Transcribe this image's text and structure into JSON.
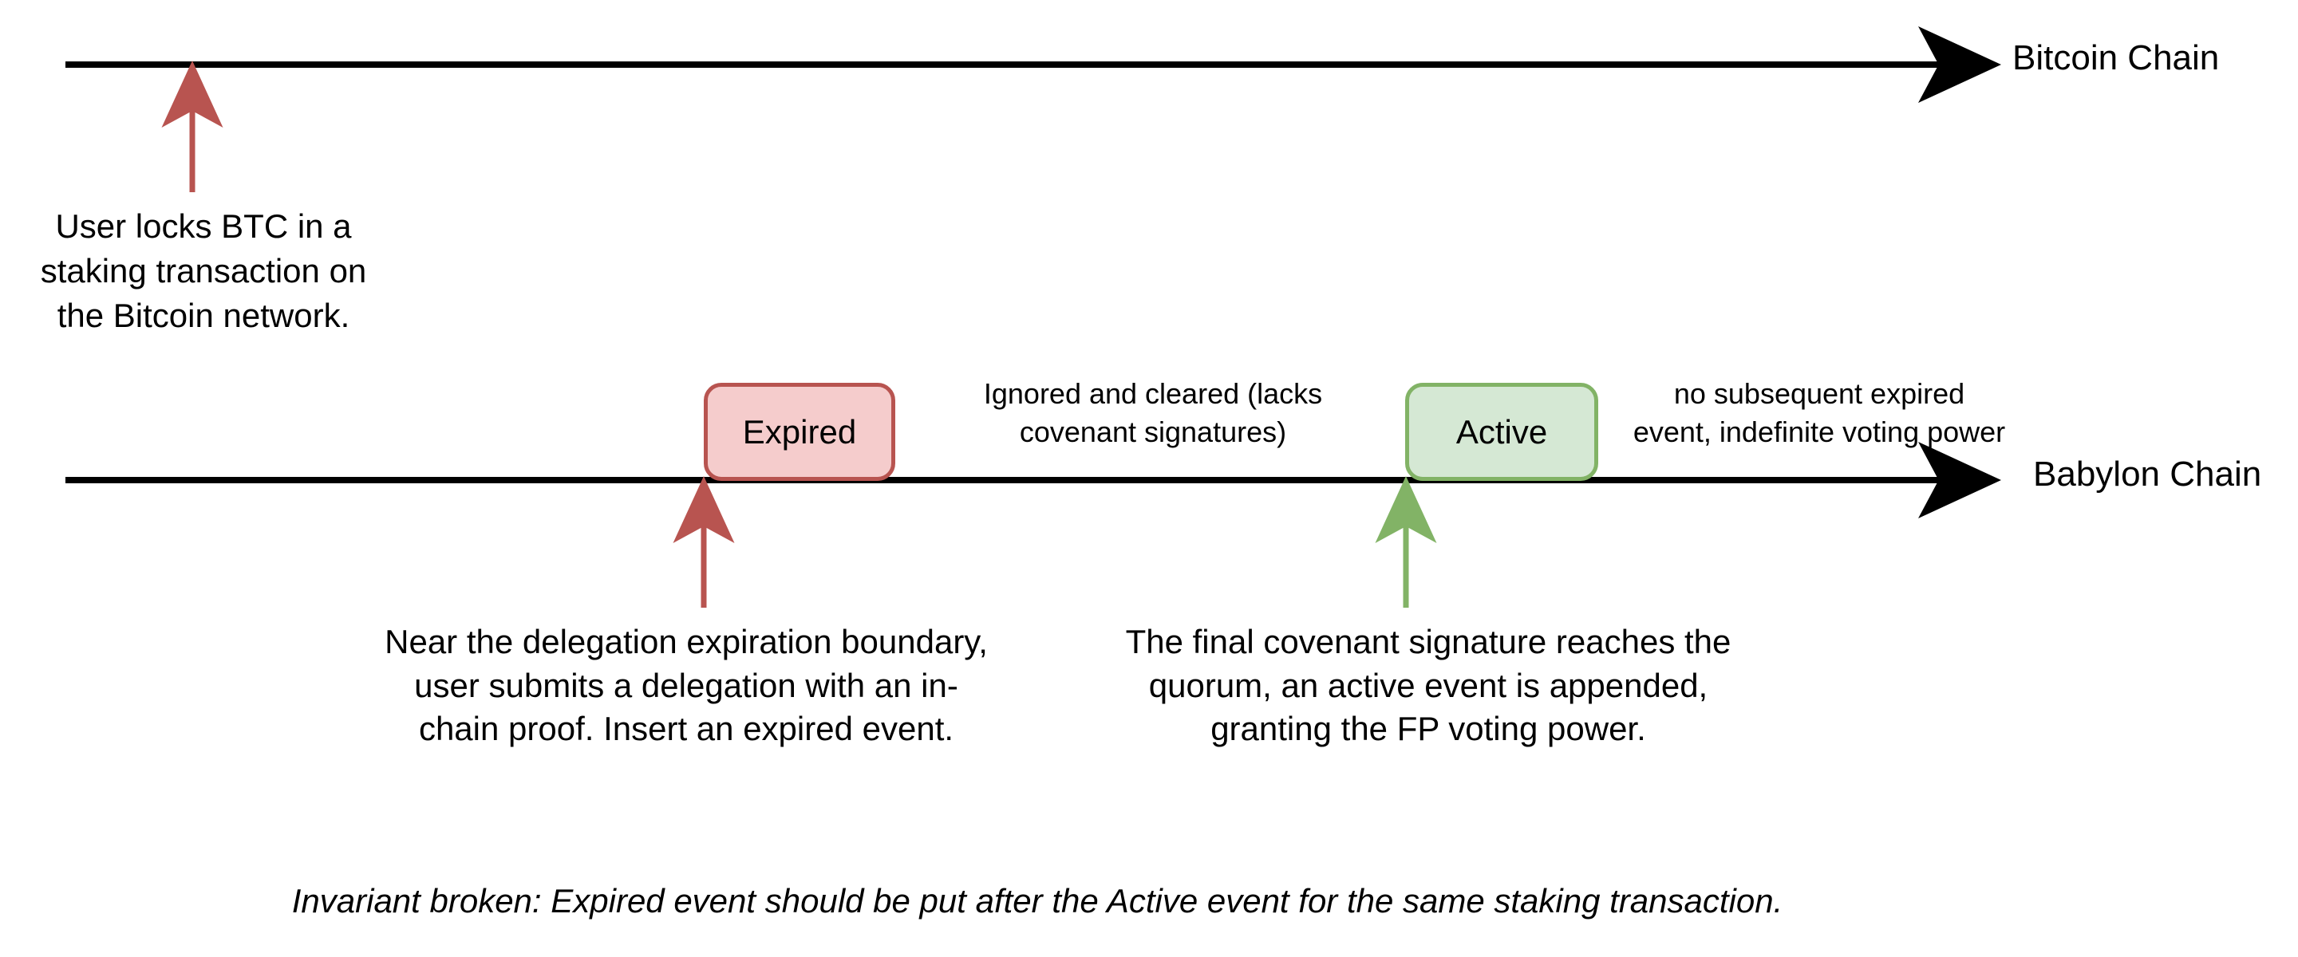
{
  "diagram": {
    "title": "Babylon staking event invariant violation timeline",
    "background_color": "#ffffff"
  },
  "colors": {
    "timeline": "#000000",
    "expired_fill": "#f5cccc",
    "expired_stroke": "#b85450",
    "active_fill": "#d5e8d4",
    "active_stroke": "#82b366",
    "text": "#000000"
  },
  "bitcoin_chain": {
    "label": "Bitcoin Chain",
    "event_note": "User locks BTC in a\nstaking transaction on\nthe Bitcoin network.",
    "event_note_lines": [
      "User locks BTC in a",
      "staking transaction on",
      "the Bitcoin network."
    ],
    "marker_color": "#b85450"
  },
  "babylon_chain": {
    "label": "Babylon Chain",
    "events": [
      {
        "name": "expired-event",
        "box_label": "Expired",
        "fill": "#f5cccc",
        "stroke": "#b85450",
        "side_note_lines": [
          "Ignored and cleared (lacks",
          "covenant signatures)"
        ],
        "annotation_lines": [
          "Near the delegation expiration boundary,",
          "user submits a delegation with an in-",
          "chain proof. Insert an expired event."
        ]
      },
      {
        "name": "active-event",
        "box_label": "Active",
        "fill": "#d5e8d4",
        "stroke": "#82b366",
        "side_note_lines": [
          "no subsequent expired",
          "event, indefinite voting power"
        ],
        "annotation_lines": [
          "The final covenant signature reaches the",
          "quorum, an active event is appended,",
          "granting the FP voting power."
        ]
      }
    ]
  },
  "footer": {
    "caption": "Invariant broken: Expired event should be put after the Active event for the same staking transaction."
  }
}
